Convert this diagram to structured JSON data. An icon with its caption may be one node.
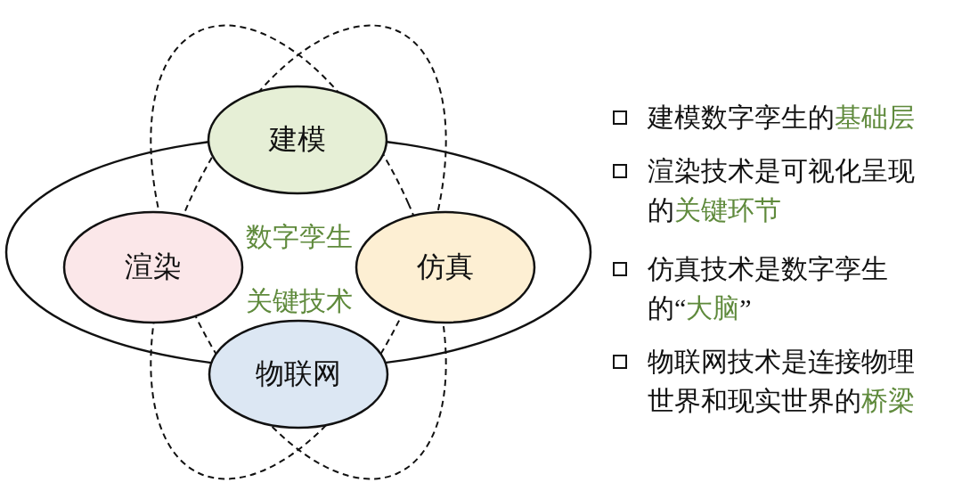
{
  "diagram": {
    "nodes": [
      {
        "text": [
          "建模"
        ]
      },
      {
        "text": [
          "渲染"
        ]
      },
      {
        "text": [
          "仿真"
        ]
      },
      {
        "text": [
          "物联网"
        ]
      }
    ],
    "labels": [
      "数字孪生关键技术",
      "建模数字孪生的**基础层**",
      "渲染技术是可视化呈现的**关键环节**",
      "仿真技术是数字孪生的“**大脑**”",
      "物联网技术是连接物理世界和现实世界的**桥梁**"
    ]
  }
}
